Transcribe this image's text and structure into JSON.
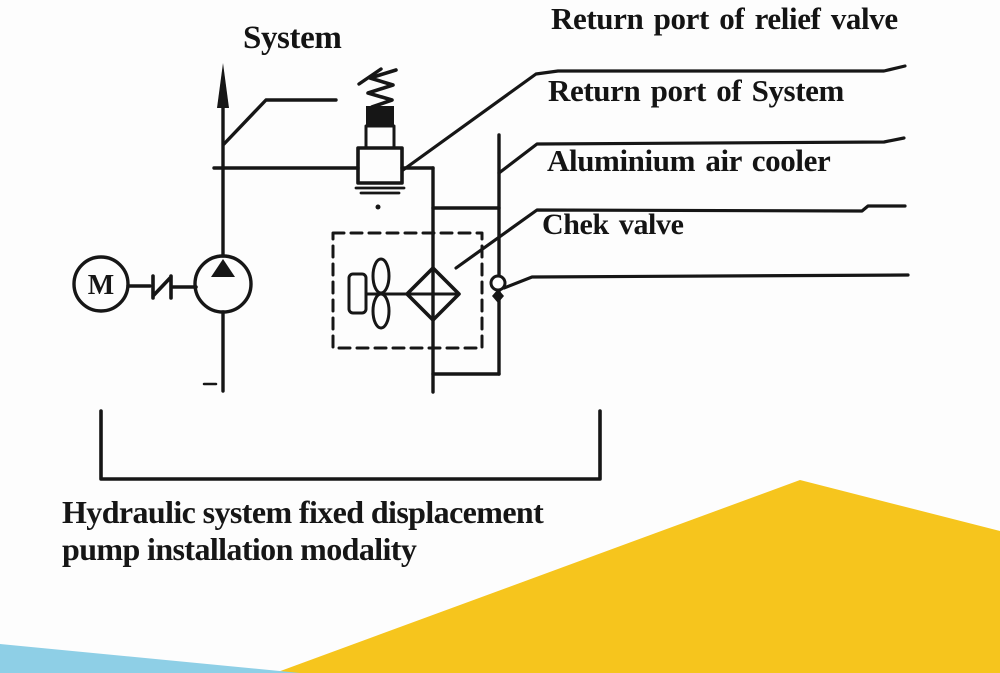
{
  "labels": {
    "system": "System",
    "return_relief_valve": "Return port of relief valve",
    "return_system": "Return port of System",
    "air_cooler": "Aluminium air cooler",
    "check_valve": "Chek valve"
  },
  "caption": {
    "line1": "Hydraulic system fixed displacement",
    "line2": "pump installation modality"
  },
  "motor_label": "M",
  "colors": {
    "ink": "#161616",
    "accent_yellow": "#f6c51d",
    "accent_blue": "#8ecfe6",
    "background": "#fdfdfd"
  }
}
